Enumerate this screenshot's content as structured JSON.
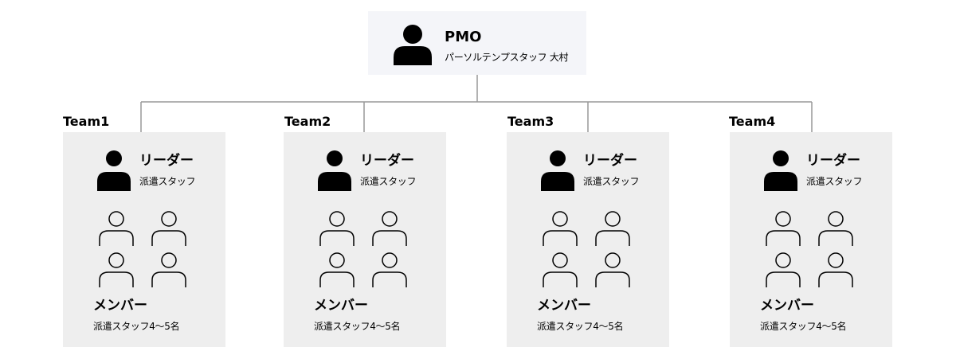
{
  "pmo": {
    "title": "PMO",
    "subtitle": "パーソルテンプスタッフ 大村",
    "icon": "person-filled-icon"
  },
  "teams": [
    {
      "label": "Team1",
      "leader_title": "リーダー",
      "leader_sub": "派遣スタッフ",
      "member_title": "メンバー",
      "member_sub": "派遣スタッフ4～5名"
    },
    {
      "label": "Team2",
      "leader_title": "リーダー",
      "leader_sub": "派遣スタッフ",
      "member_title": "メンバー",
      "member_sub": "派遣スタッフ4～5名"
    },
    {
      "label": "Team3",
      "leader_title": "リーダー",
      "leader_sub": "派遣スタッフ",
      "member_title": "メンバー",
      "member_sub": "派遣スタッフ4～5名"
    },
    {
      "label": "Team4",
      "leader_title": "リーダー",
      "leader_sub": "派遣スタッフ",
      "member_title": "メンバー",
      "member_sub": "派遣スタッフ4～5名"
    }
  ],
  "icons": {
    "leader": "person-filled-icon",
    "member": "person-outline-icon"
  },
  "colors": {
    "pmo_background": "#f4f5f9",
    "team_background": "#eeeeee",
    "connector_line": "#999999",
    "icon": "#000000"
  }
}
